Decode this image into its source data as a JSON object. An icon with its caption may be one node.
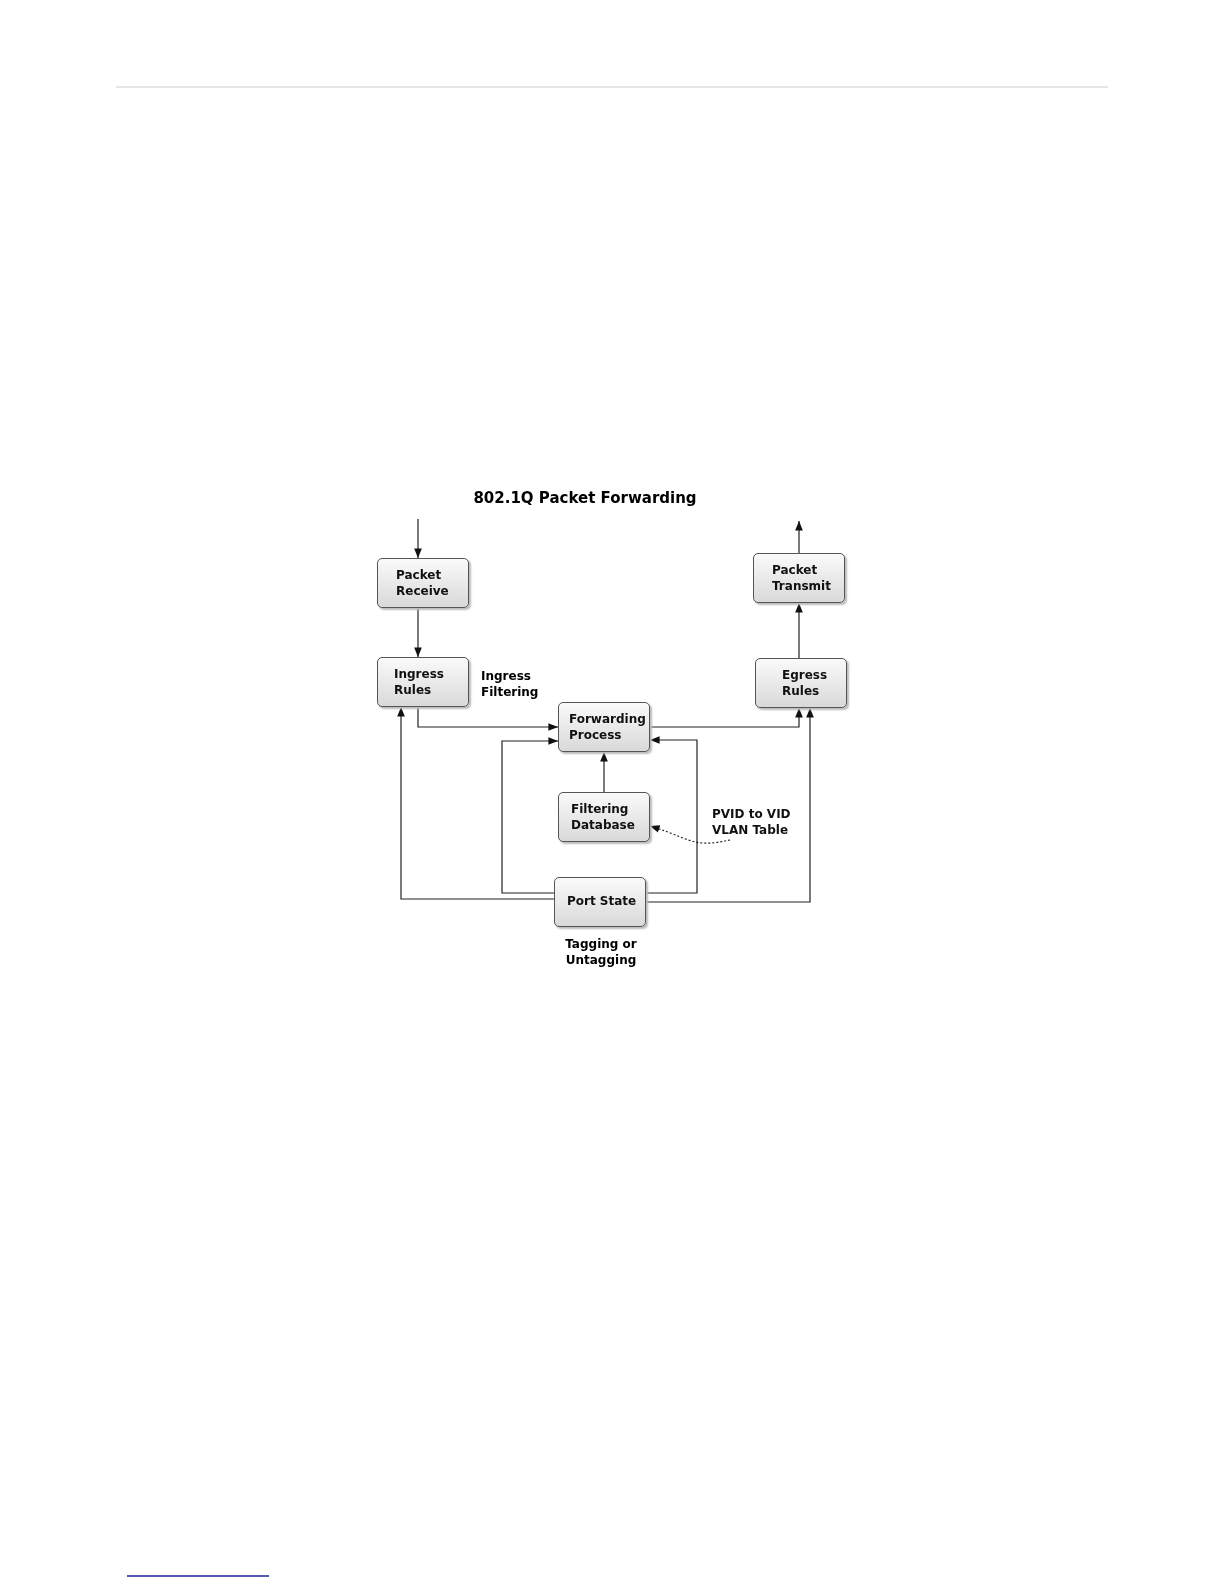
{
  "diagram": {
    "title": "802.1Q Packet Forwarding",
    "nodes": [
      {
        "text": [
          "Packet Receive"
        ]
      },
      {
        "text": [
          "Ingress Rules"
        ],
        "beside": [
          "Ingress Filtering"
        ]
      },
      {
        "text": [
          "Forwarding Process"
        ]
      },
      {
        "text": [
          "Filtering Database"
        ]
      },
      {
        "text": [
          "Port State"
        ],
        "beside": [
          "Tagging or Untagging"
        ]
      },
      {
        "text": [
          "Packet Transmit"
        ]
      },
      {
        "text": [
          "Egress Rules"
        ]
      },
      {
        "text": [
          "PVID to VID VLAN Table"
        ]
      }
    ],
    "edges": [
      {
        "from": null,
        "to": 0,
        "arrow": "to"
      },
      {
        "from": 0,
        "to": 1,
        "arrow": "to"
      },
      {
        "from": 1,
        "to": 2,
        "arrow": "to"
      },
      {
        "from": 2,
        "to": 6,
        "arrow": "to"
      },
      {
        "from": 6,
        "to": 5,
        "arrow": "to"
      },
      {
        "from": 5,
        "to": null,
        "arrow": "to"
      },
      {
        "from": 3,
        "to": 2,
        "arrow": "to"
      },
      {
        "from": 4,
        "to": 1,
        "arrow": "to"
      },
      {
        "from": 4,
        "to": 2,
        "arrow": "to"
      },
      {
        "from": 4,
        "to": 2,
        "arrow": "to"
      },
      {
        "from": 4,
        "to": 6,
        "arrow": "to"
      },
      {
        "from": 7,
        "to": 3,
        "arrow": "to",
        "style": "dashed"
      }
    ]
  }
}
